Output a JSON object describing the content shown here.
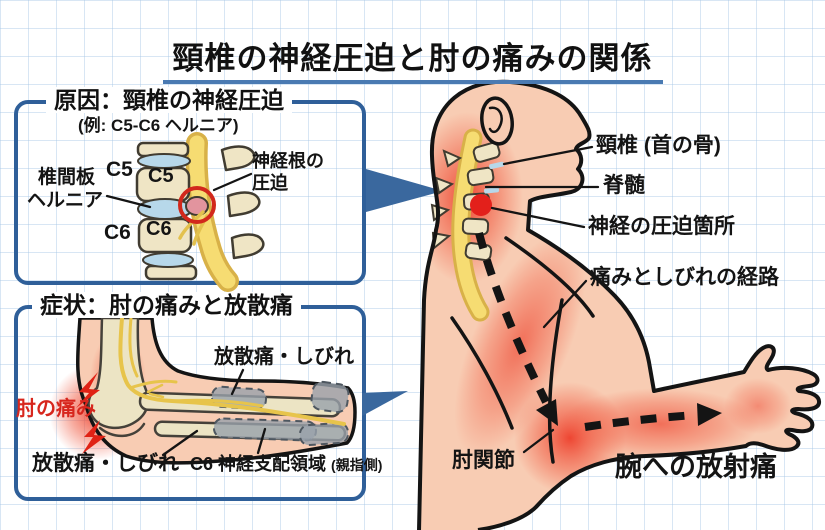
{
  "title": {
    "text": "頸椎の神経圧迫と肘の痛みの関係"
  },
  "cause_box": {
    "header": "原因：頸椎の神経圧迫",
    "subtitle": "(例: C5-C6 ヘルニア)",
    "label_disc_line1": "椎間板",
    "label_disc_line2": "ヘルニア",
    "label_c5_outer": "C5",
    "label_c5_body": "C5",
    "label_c6_outer": "C6",
    "label_c6_body": "C6",
    "label_nerve_root_line1": "神経根の",
    "label_nerve_root_line2": "圧迫"
  },
  "symptom_box": {
    "header": "症状：肘の痛みと放散痛",
    "label_radiating_top": "放散痛・しびれ",
    "label_elbow_pain": "肘の痛み",
    "label_radiating_bottom": "放散痛・しびれ",
    "label_c6_region": "C6 神経支配領域",
    "label_c6_region_note": "(親指側)"
  },
  "figure": {
    "label_cervical": "頸椎 (首の骨)",
    "label_spinal_cord": "脊髄",
    "label_compression": "神経の圧迫箇所",
    "label_path": "痛みとしびれの経路",
    "label_elbow_joint": "肘関節",
    "label_radiation": "腕への放射痛"
  },
  "colors": {
    "box_border": "#2f5f99",
    "connector_arrow": "#3a689e",
    "title_underline": "#4a7ab2",
    "pain_red": "#e02215",
    "elbow_pain_text": "#d7261d",
    "nerve_yellow": "#f6dc72",
    "skin": "#f8ccb3",
    "grid_line": "#cfe0ee"
  }
}
